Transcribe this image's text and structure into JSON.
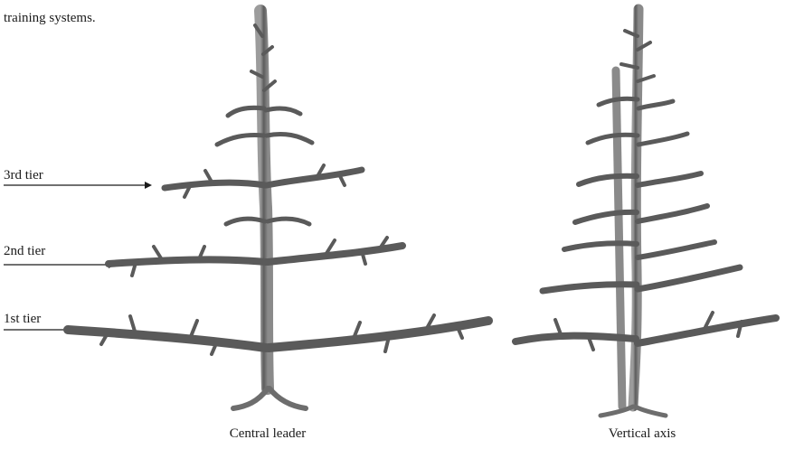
{
  "intro_text": "training systems.",
  "tiers": [
    {
      "label": "3rd tier"
    },
    {
      "label": "2nd tier"
    },
    {
      "label": "1st tier"
    }
  ],
  "captions": {
    "left": "Central leader",
    "right": "Vertical axis"
  },
  "colors": {
    "bark_dark": "#3f3f3f",
    "bark_mid": "#6d6d6d",
    "bark_light": "#9c9c9c",
    "stake": "#8a8a8a",
    "text": "#1a1a1a"
  },
  "icons": {
    "arrow": "arrow-right-icon",
    "tree_left": "central-leader-tree-illustration",
    "tree_right": "vertical-axis-tree-illustration"
  }
}
